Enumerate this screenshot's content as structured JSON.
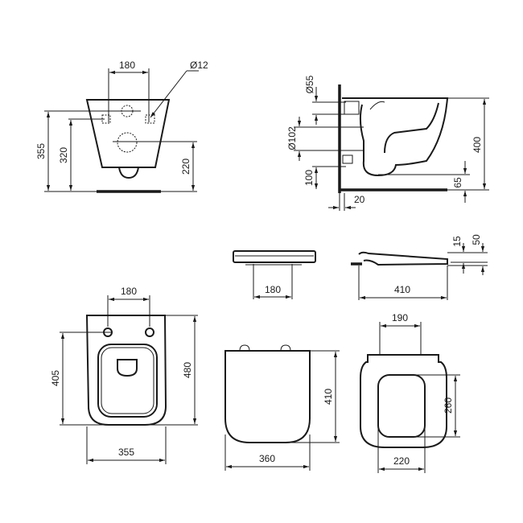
{
  "front_view": {
    "d180": "180",
    "hole_dia": "Ø12",
    "d355": "355",
    "d320": "320",
    "d220": "220"
  },
  "side_view": {
    "d55": "Ø55",
    "d102": "Ø102",
    "d100": "100",
    "d20": "20",
    "d400": "400",
    "d65": "65"
  },
  "seat_front": {
    "d180": "180"
  },
  "seat_side": {
    "d15": "15",
    "d50": "50",
    "d410": "410"
  },
  "plan_view": {
    "d180": "180",
    "d405": "405",
    "d480": "480",
    "d355": "355"
  },
  "seat_lid": {
    "d410": "410",
    "d360": "360"
  },
  "seat_plan": {
    "d190": "190",
    "d260": "260",
    "d220": "220"
  }
}
